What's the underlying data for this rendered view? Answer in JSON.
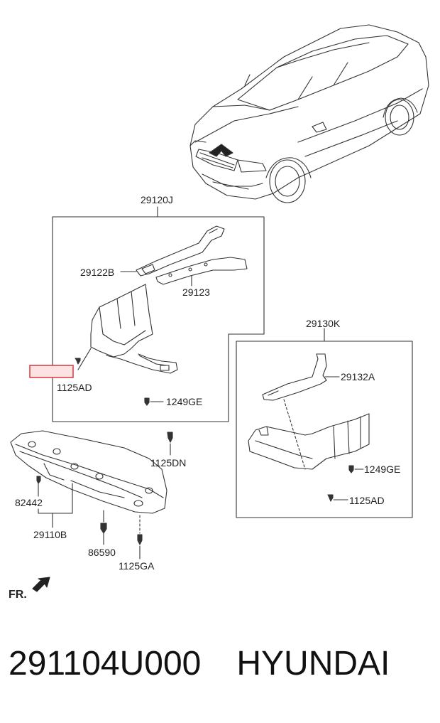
{
  "labels": {
    "assembly_top": "29120J",
    "bracket_left": "29122B",
    "bracket_right": "29123",
    "screw_top_left": "1125AD",
    "bolt_top": "1249GE",
    "bolt_center": "1125DN",
    "assembly_right": "29130K",
    "bracket_right_panel": "29132A",
    "bolt_right": "1249GE",
    "screw_right": "1125AD",
    "clip": "82442",
    "panel_main": "29110B",
    "fastener_a": "86590",
    "fastener_b": "1125GA",
    "front_indicator": "FR."
  },
  "footer": {
    "part_number": "291104U000",
    "brand": "HYUNDAI"
  },
  "colors": {
    "line": "#333333",
    "highlight": "#d9363e",
    "highlight_fill": "#fbe3e4"
  }
}
